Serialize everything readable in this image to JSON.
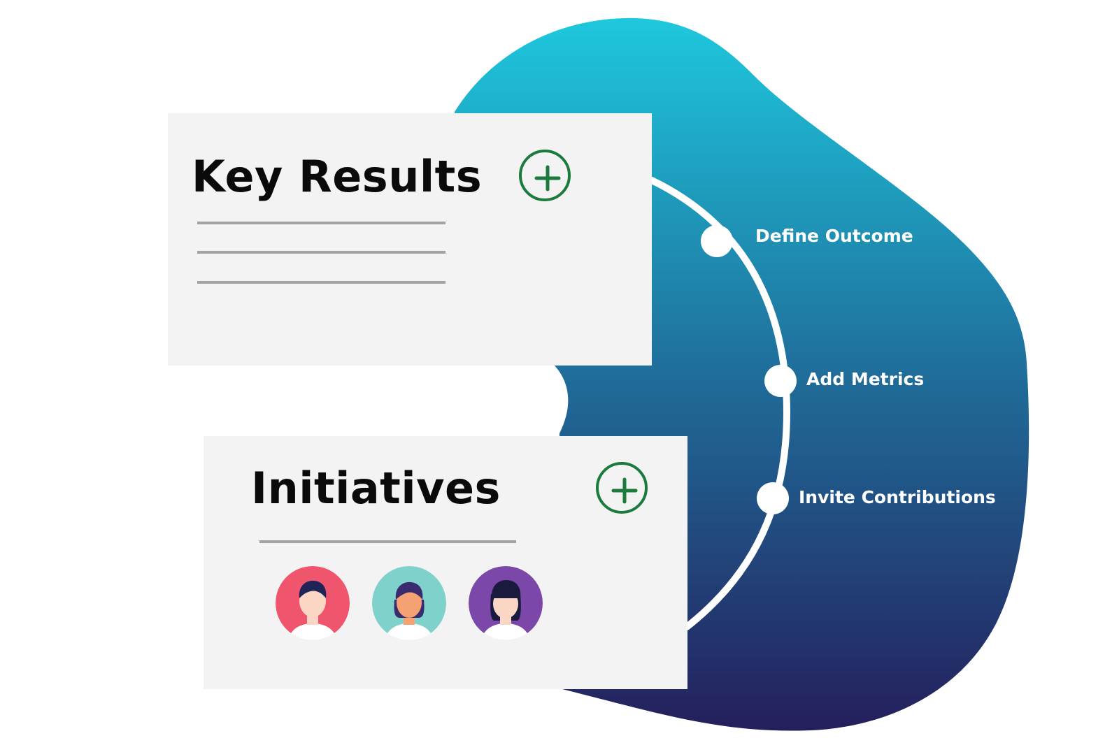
{
  "cards": {
    "key_results": {
      "title": "Key Results"
    },
    "initiatives": {
      "title": "Initiatives"
    }
  },
  "steps": [
    {
      "label": "Define Outcome"
    },
    {
      "label": "Add Metrics"
    },
    {
      "label": "Invite Contributions"
    }
  ],
  "avatars": [
    {
      "bg": "#f0556e",
      "face": "#fbd6c4",
      "hair": "#1f2456"
    },
    {
      "bg": "#7fd1cb",
      "face": "#f5a173",
      "hair": "#3a2a6e"
    },
    {
      "bg": "#7b47a8",
      "face": "#fbd6c4",
      "hair": "#1a1a3e"
    }
  ],
  "colors": {
    "blob_top": "#1ec8dd",
    "blob_bottom": "#241f5c",
    "plus": "#1b7a3c",
    "card_bg": "#f3f3f3",
    "line": "#a3a3a3"
  }
}
